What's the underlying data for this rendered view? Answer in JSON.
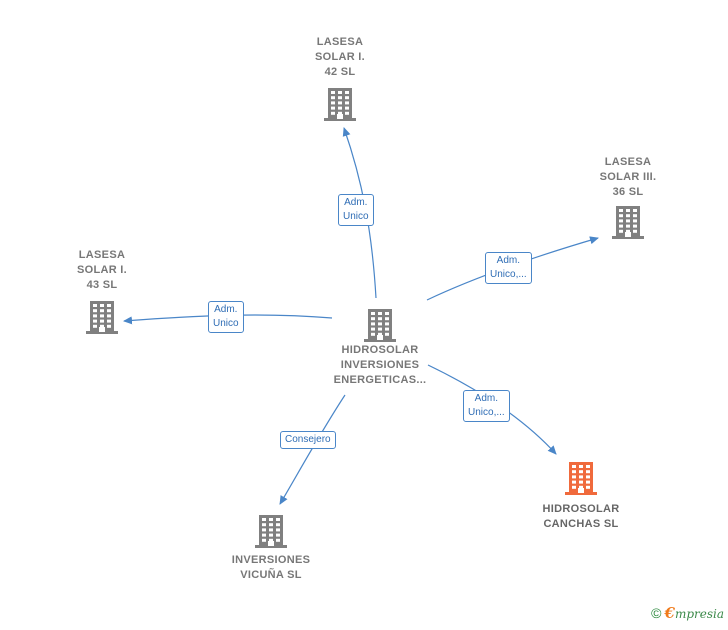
{
  "nodes": {
    "center": {
      "lines": [
        "HIDROSOLAR",
        "INVERSIONES",
        "ENERGETICAS..."
      ],
      "color": "#808080"
    },
    "lasesa_42": {
      "lines": [
        "LASESA",
        "SOLAR I.",
        "42 SL"
      ],
      "color": "#808080"
    },
    "lasesa_36": {
      "lines": [
        "LASESA",
        "SOLAR III.",
        "36 SL"
      ],
      "color": "#808080"
    },
    "lasesa_43": {
      "lines": [
        "LASESA",
        "SOLAR I.",
        "43 SL"
      ],
      "color": "#808080"
    },
    "inversiones": {
      "lines": [
        "INVERSIONES",
        "VICUÑA  SL"
      ],
      "color": "#808080"
    },
    "hidrosolar_canchas": {
      "lines": [
        "HIDROSOLAR",
        "CANCHAS  SL"
      ],
      "color": "#f06a3c"
    }
  },
  "edges": {
    "to_lasesa_42": {
      "lines": [
        "Adm.",
        "Unico"
      ]
    },
    "to_lasesa_36": {
      "lines": [
        "Adm.",
        "Unico,..."
      ]
    },
    "to_lasesa_43": {
      "lines": [
        "Adm.",
        "Unico"
      ]
    },
    "to_inversiones": {
      "lines": [
        "Consejero"
      ]
    },
    "to_canchas": {
      "lines": [
        "Adm.",
        "Unico,..."
      ]
    }
  },
  "colors": {
    "edge": "#4a86c8"
  },
  "footer": {
    "copyright": "©",
    "brand_first": "€",
    "brand_rest": "mpresia"
  }
}
